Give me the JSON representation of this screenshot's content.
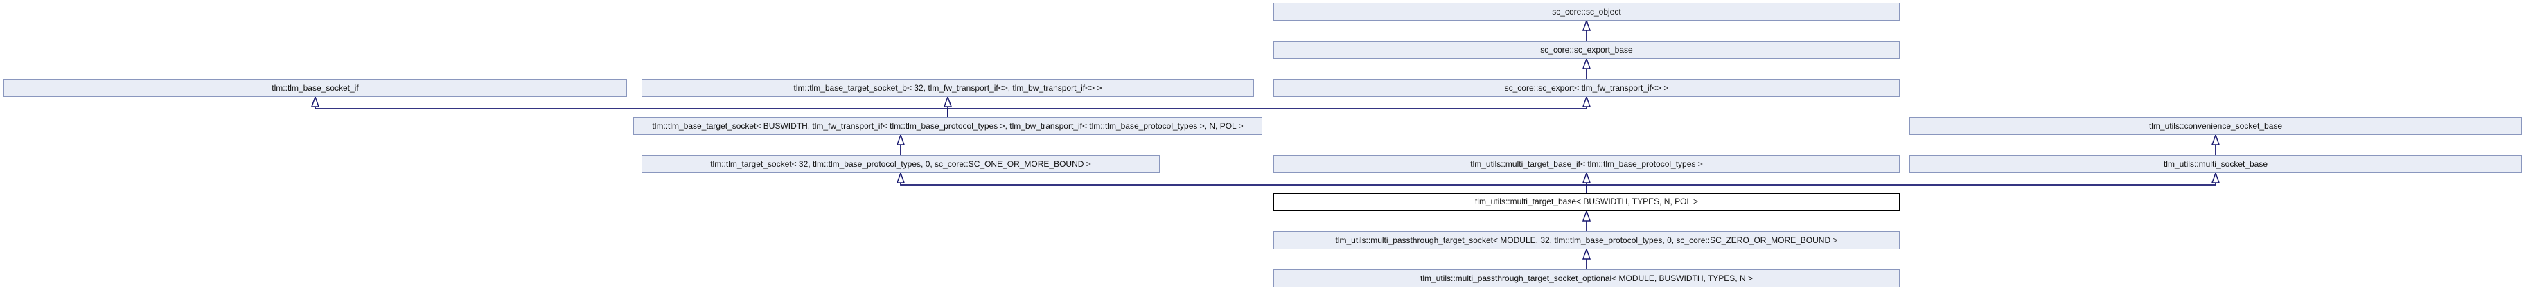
{
  "diagram": {
    "type": "class-inheritance-graph",
    "colors": {
      "node_fill": "#e9edf6",
      "node_border": "#8a97be",
      "current_node_fill": "#ffffff",
      "current_node_border": "#000000",
      "edge": "#191970",
      "text": "#111111",
      "background": "#ffffff"
    },
    "nodes": [
      {
        "id": "sc_object",
        "label": "sc_core::sc_object"
      },
      {
        "id": "sc_export_base",
        "label": "sc_core::sc_export_base"
      },
      {
        "id": "tlm_base_socket_if",
        "label": "tlm::tlm_base_socket_if"
      },
      {
        "id": "tlm_base_target_socket_b",
        "label": "tlm::tlm_base_target_socket_b< 32, tlm_fw_transport_if<>, tlm_bw_transport_if<> >"
      },
      {
        "id": "sc_export_fw_transport",
        "label": "sc_core::sc_export< tlm_fw_transport_if<> >"
      },
      {
        "id": "tlm_base_target_socket",
        "label": "tlm::tlm_base_target_socket< BUSWIDTH, tlm_fw_transport_if< tlm::tlm_base_protocol_types >, tlm_bw_transport_if< tlm::tlm_base_protocol_types >, N, POL >"
      },
      {
        "id": "convenience_socket_base",
        "label": "tlm_utils::convenience_socket_base"
      },
      {
        "id": "tlm_target_socket",
        "label": "tlm::tlm_target_socket< 32, tlm::tlm_base_protocol_types, 0, sc_core::SC_ONE_OR_MORE_BOUND >"
      },
      {
        "id": "multi_target_base_if",
        "label": "tlm_utils::multi_target_base_if< tlm::tlm_base_protocol_types >"
      },
      {
        "id": "multi_socket_base",
        "label": "tlm_utils::multi_socket_base"
      },
      {
        "id": "multi_target_base",
        "label": "tlm_utils::multi_target_base< BUSWIDTH, TYPES, N, POL >",
        "current": true
      },
      {
        "id": "multi_passthrough_target_socket",
        "label": "tlm_utils::multi_passthrough_target_socket< MODULE, 32, tlm::tlm_base_protocol_types, 0, sc_core::SC_ZERO_OR_MORE_BOUND >"
      },
      {
        "id": "multi_passthrough_target_socket_optional",
        "label": "tlm_utils::multi_passthrough_target_socket_optional< MODULE, BUSWIDTH, TYPES, N >"
      }
    ],
    "edges": [
      {
        "from": "sc_export_base",
        "to": "sc_object"
      },
      {
        "from": "sc_export_fw_transport",
        "to": "sc_export_base"
      },
      {
        "from": "tlm_base_target_socket",
        "to": "tlm_base_socket_if"
      },
      {
        "from": "tlm_base_target_socket",
        "to": "tlm_base_target_socket_b"
      },
      {
        "from": "tlm_base_target_socket",
        "to": "sc_export_fw_transport"
      },
      {
        "from": "tlm_target_socket",
        "to": "tlm_base_target_socket"
      },
      {
        "from": "multi_socket_base",
        "to": "convenience_socket_base"
      },
      {
        "from": "multi_target_base",
        "to": "tlm_target_socket"
      },
      {
        "from": "multi_target_base",
        "to": "multi_target_base_if"
      },
      {
        "from": "multi_target_base",
        "to": "multi_socket_base"
      },
      {
        "from": "multi_passthrough_target_socket",
        "to": "multi_target_base"
      },
      {
        "from": "multi_passthrough_target_socket_optional",
        "to": "multi_passthrough_target_socket"
      }
    ]
  }
}
